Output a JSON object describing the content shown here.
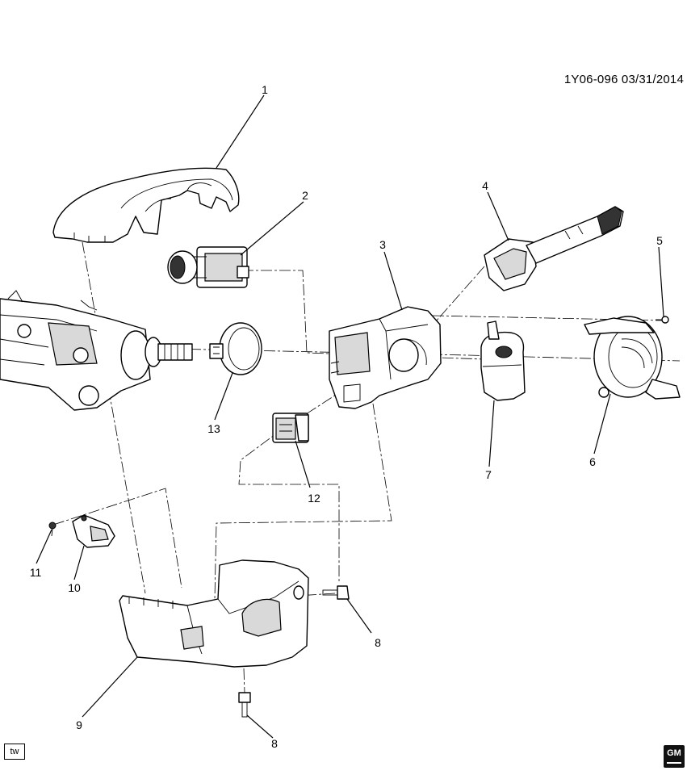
{
  "header": {
    "document_id": "1Y06-096  03/31/2014"
  },
  "callouts": [
    {
      "id": "c1",
      "label": "1"
    },
    {
      "id": "c2",
      "label": "2"
    },
    {
      "id": "c3",
      "label": "3"
    },
    {
      "id": "c4",
      "label": "4"
    },
    {
      "id": "c5",
      "label": "5"
    },
    {
      "id": "c6",
      "label": "6"
    },
    {
      "id": "c7",
      "label": "7"
    },
    {
      "id": "c8a",
      "label": "8"
    },
    {
      "id": "c8b",
      "label": "8"
    },
    {
      "id": "c9",
      "label": "9"
    },
    {
      "id": "c10",
      "label": "10"
    },
    {
      "id": "c11",
      "label": "11"
    },
    {
      "id": "c12",
      "label": "12"
    },
    {
      "id": "c13",
      "label": "13"
    }
  ],
  "footer": {
    "badge": "tw",
    "logo_text": "GM"
  }
}
